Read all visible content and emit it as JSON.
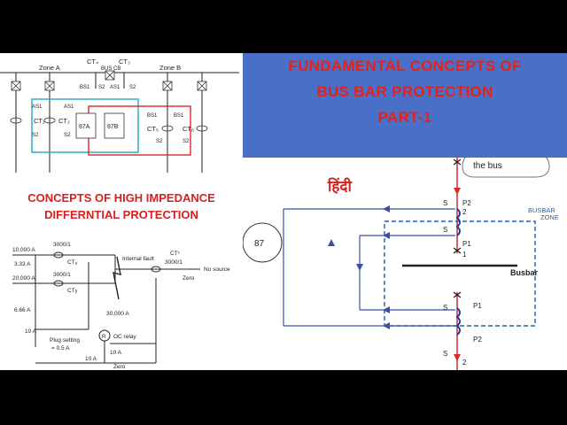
{
  "title_panel": {
    "lines": [
      "FUNDAMENTAL CONCEPTS OF",
      "BUS BAR PROTECTION",
      "PART-1"
    ],
    "colors": {
      "background": "#4a6fc6",
      "text": "#e8201a"
    }
  },
  "zone_diagram": {
    "zone_a": "Zone A",
    "zone_b": "Zone B",
    "ct4": "CT₄",
    "ct3": "CT₃",
    "bus_cb": "BUS CB",
    "ct1": "CT₁",
    "ct2": "CT₂",
    "ct5": "CT₅",
    "ct6": "CT₆",
    "relay_a": "87A",
    "relay_b": "87B",
    "as1": "AS1",
    "bs1": "BS1",
    "s2": "S2"
  },
  "concepts": {
    "line1": "CONCEPTS OF HIGH IMPEDANCE",
    "line2": "DIFFERNTIAL PROTECTION"
  },
  "hi_z_circuit": {
    "i1": "10,000 A",
    "i2": "20,000 A",
    "ratio": "3000/1",
    "v1": "3.33 A",
    "v2": "6.66 A",
    "cta": "CTₐ",
    "ctb": "CTᵦ",
    "ctc": "CTᶜ",
    "internal_fault": "Internal fault",
    "fault_current": "30,000 A",
    "no_source": "No source",
    "zero": "Zero",
    "ten_a": "10 A",
    "relay_r": "R",
    "oc_relay": "OC relay",
    "plug_setting_1": "Plug setting",
    "plug_setting_2": "= 0.5 A"
  },
  "busbar_diagram": {
    "hindi": "हिंदी",
    "the_bus": "the bus",
    "relay": "87",
    "zone_1": "BUSBAR",
    "zone_2": "ZONE",
    "busbar": "Busbar",
    "s": "S",
    "p1": "P1",
    "p2": "P2",
    "two": "2",
    "one": "1",
    "colors": {
      "current_arrow": "#d8282e",
      "zone": "#1f5fb8",
      "wire": "#3b4fa8"
    }
  }
}
